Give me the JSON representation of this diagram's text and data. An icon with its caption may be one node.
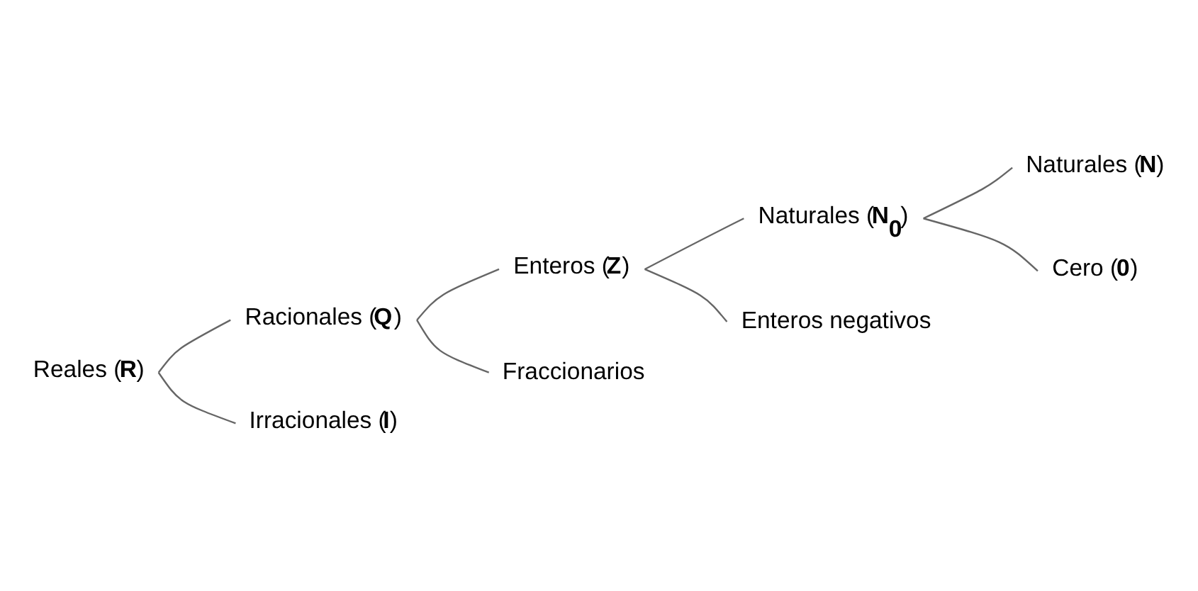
{
  "diagram": {
    "nodes": [
      {
        "text": [
          "Reales (**R**)"
        ]
      },
      {
        "text": [
          "Racionales (**Q**)"
        ]
      },
      {
        "text": [
          "Irracionales (**I**)"
        ]
      },
      {
        "text": [
          "Enteros (**Z**)"
        ]
      },
      {
        "text": [
          "Fraccionarios"
        ]
      },
      {
        "text": [
          "Naturales (**N$_{0}$**)"
        ]
      },
      {
        "text": [
          "Enteros negativos"
        ]
      },
      {
        "text": [
          "Naturales (**N**)"
        ]
      },
      {
        "text": [
          "Cero (**0**)"
        ]
      }
    ],
    "edges": [
      {
        "from": 0,
        "to": 1,
        "arrow": "none"
      },
      {
        "from": 0,
        "to": 2,
        "arrow": "none"
      },
      {
        "from": 1,
        "to": 3,
        "arrow": "none"
      },
      {
        "from": 1,
        "to": 4,
        "arrow": "none"
      },
      {
        "from": 3,
        "to": 5,
        "arrow": "none"
      },
      {
        "from": 3,
        "to": 6,
        "arrow": "none"
      },
      {
        "from": 5,
        "to": 7,
        "arrow": "none"
      },
      {
        "from": 5,
        "to": 8,
        "arrow": "none"
      }
    ]
  }
}
